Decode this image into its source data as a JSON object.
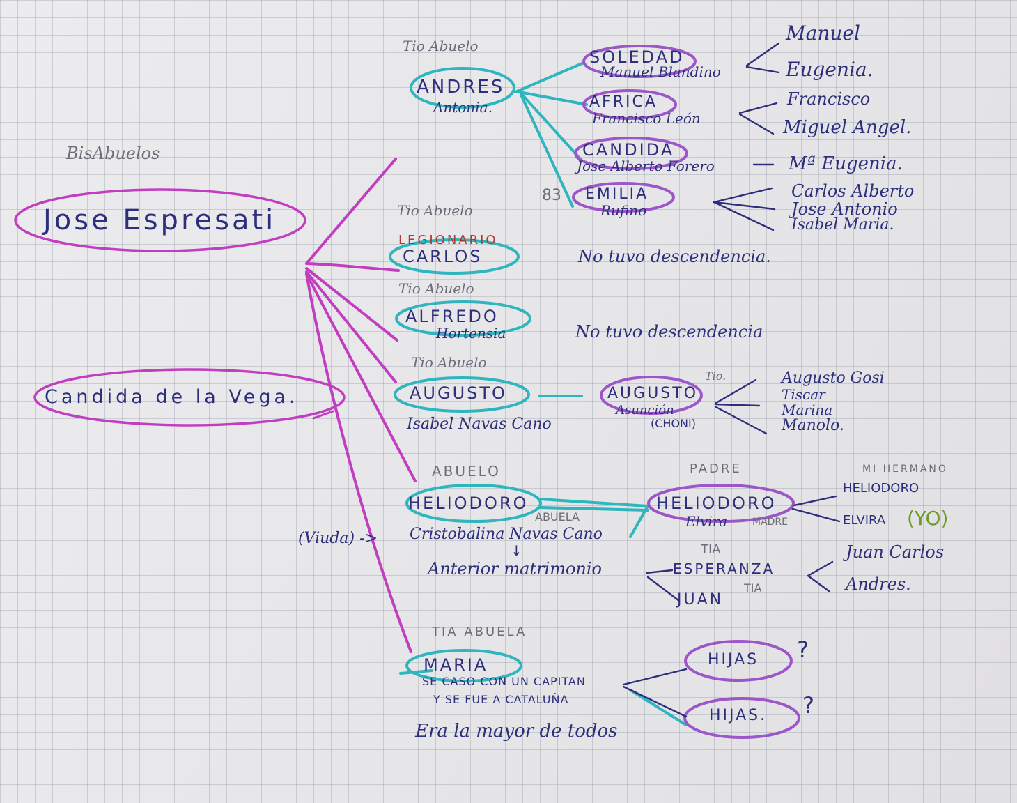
{
  "colors": {
    "paper": "#e8e7ea",
    "grid": "#8f97a8",
    "magenta": "#c23ec0",
    "teal": "#2fb5bd",
    "purple": "#9b56c9",
    "navy": "#2d2f7c",
    "gray": "#6e6c78",
    "red": "#b2392e",
    "green": "#6f9a28"
  },
  "header": {
    "bisabuelos": "BisAbuelos"
  },
  "roots": {
    "jose": "Jose Espresati",
    "candida": "Candida de la Vega."
  },
  "andres": {
    "role": "Tio Abuelo",
    "name": "ANDRES",
    "spouse": "Antonia.",
    "children": {
      "soledad": {
        "name": "SOLEDAD",
        "spouse": "Manuel Blandino",
        "kids": [
          "Manuel",
          "Eugenia."
        ]
      },
      "africa": {
        "name": "AFRICA",
        "spouse": "Francisco León",
        "kids": [
          "Francisco",
          "Miguel Angel."
        ]
      },
      "candida": {
        "name": "CANDIDA",
        "spouse": "Jose Alberto Forero",
        "kids": [
          "Mª Eugenia."
        ]
      },
      "emilia": {
        "number": "83",
        "name": "EMILIA",
        "spouse": "Rufino",
        "kids": [
          "Carlos Alberto",
          "Jose Antonio",
          "Isabel Maria."
        ]
      }
    }
  },
  "carlos": {
    "role": "Tio Abuelo",
    "label": "LEGIONARIO",
    "name": "CARLOS",
    "note": "No tuvo descendencia."
  },
  "alfredo": {
    "role": "Tio Abuelo",
    "name": "ALFREDO",
    "spouse": "Hortensia",
    "note": "No tuvo descendencia"
  },
  "augusto": {
    "role": "Tio Abuelo",
    "name": "AUGUSTO",
    "spouse": "Isabel Navas Cano",
    "child": {
      "role": "Tio.",
      "name": "AUGUSTO",
      "spouse": "Asunción",
      "nickname": "(CHONI)",
      "kids": [
        "Augusto Gosi",
        "Tiscar",
        "Marina",
        "Manolo."
      ]
    }
  },
  "heliodoro": {
    "role": "ABUELO",
    "name": "HELIODORO",
    "spouse_role": "ABUELA",
    "spouse": "Cristobalina Navas Cano",
    "widow": "(Viuda) ->",
    "arrow": "↓",
    "previous": "Anterior matrimonio",
    "half_siblings": [
      {
        "role": "TIA",
        "name": "ESPERANZA",
        "kids": [
          "Juan Carlos",
          "Andres."
        ]
      },
      {
        "role": "TIA",
        "name": "JUAN"
      }
    ],
    "child": {
      "role": "PADRE",
      "name": "HELIODORO",
      "spouse": "Elvira",
      "spouse_role": "MADRE",
      "kids": [
        {
          "tag": "MI HERMANO",
          "name": "HELIODORO"
        },
        {
          "name": "ELVIRA",
          "tag": "(YO)"
        }
      ]
    }
  },
  "maria": {
    "role": "TIA ABUELA",
    "name": "MARIA",
    "note1": "SE CASO CON UN CAPITAN",
    "note2": "Y SE FUE A CATALUÑA",
    "note3": "Era la mayor de todos",
    "daughters": [
      "HIJAS",
      "HIJAS."
    ],
    "unknown": "?"
  }
}
